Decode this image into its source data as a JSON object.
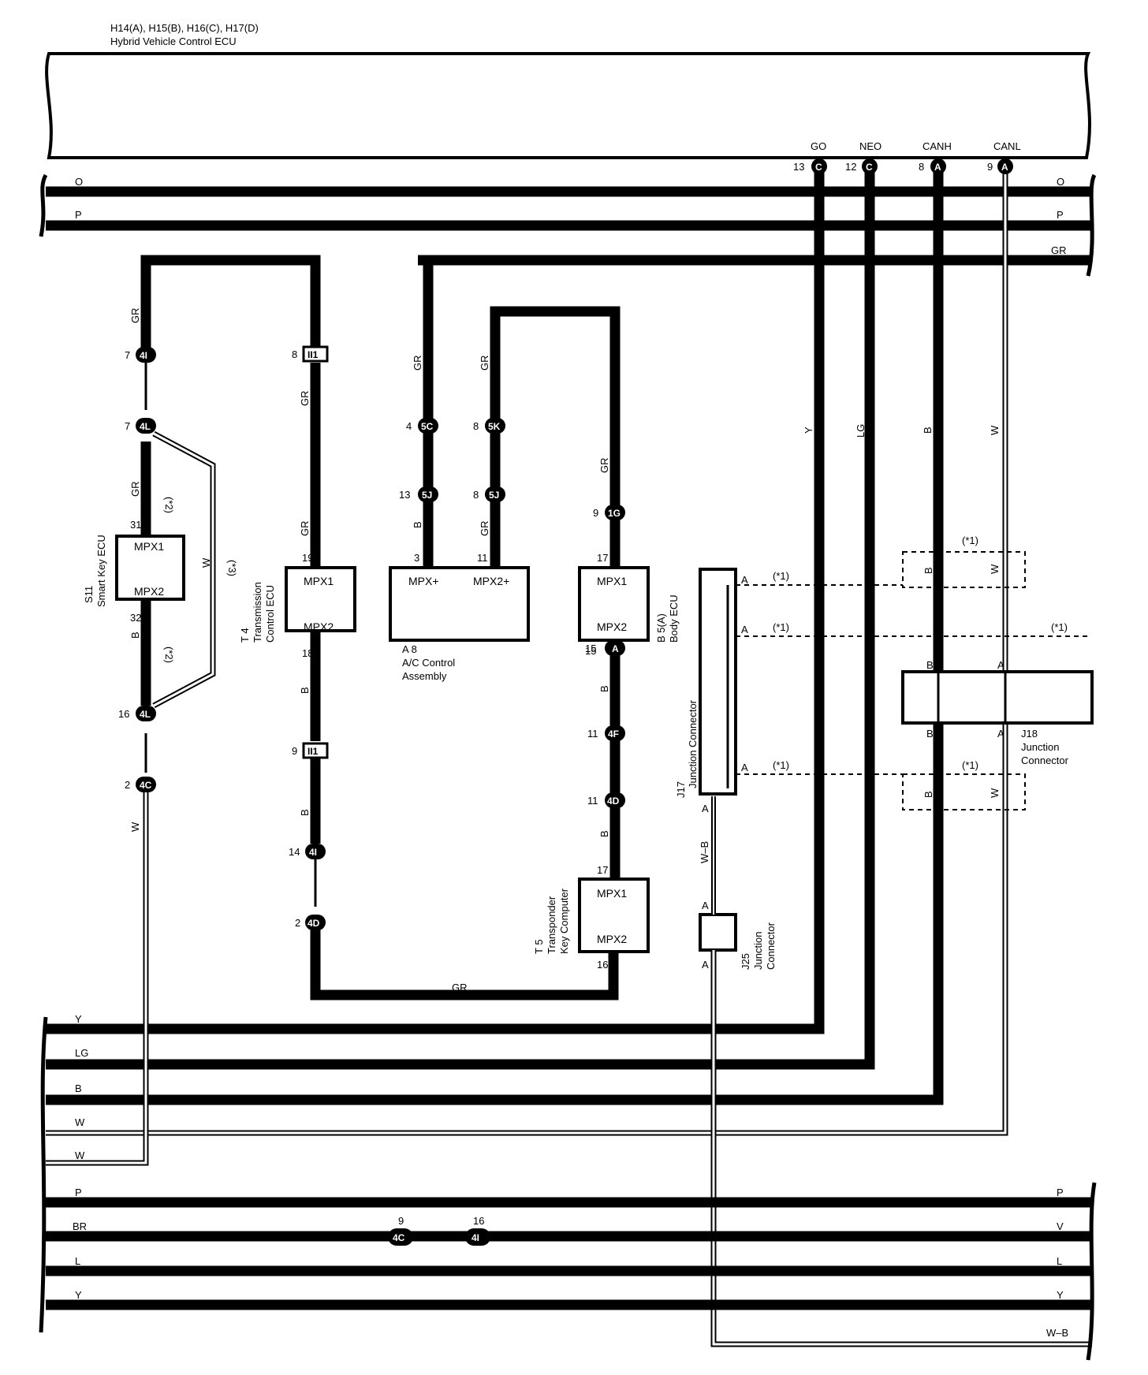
{
  "header": {
    "connectors": "H14(A), H15(B), H16(C), H17(D)",
    "ecu_name": "Hybrid Vehicle Control ECU"
  },
  "ecu_terminals": [
    {
      "name": "GO",
      "pin": "13",
      "conn": "C"
    },
    {
      "name": "NEO",
      "pin": "12",
      "conn": "C"
    },
    {
      "name": "CANH",
      "pin": "8",
      "conn": "A"
    },
    {
      "name": "CANL",
      "pin": "9",
      "conn": "A"
    }
  ],
  "bus_labels": {
    "top_left": [
      "O",
      "P"
    ],
    "top_right": [
      "O",
      "P",
      "GR"
    ],
    "bottom_left": [
      "Y",
      "LG",
      "B",
      "W",
      "W",
      "P",
      "BR",
      "L",
      "Y"
    ],
    "bottom_right": [
      "P",
      "V",
      "L",
      "Y",
      "W–B"
    ]
  },
  "components": {
    "s11": {
      "id": "S11",
      "name": "Smart Key ECU",
      "t1": "MPX1",
      "t2": "MPX2",
      "p1": "31",
      "p2": "32"
    },
    "t4": {
      "id": "T 4",
      "name1": "Transmission",
      "name2": "Control ECU",
      "t1": "MPX1",
      "t2": "MPX2",
      "p1": "19",
      "p2": "18"
    },
    "a8": {
      "id": "A 8",
      "name1": "A/C Control",
      "name2": "Assembly",
      "t1": "MPX+",
      "t2": "MPX2+",
      "p1": "3",
      "p2": "11"
    },
    "b5": {
      "id": "B 5(A)",
      "name": "Body ECU",
      "t1": "MPX1",
      "t2": "MPX2",
      "p1": "17",
      "p2": "15"
    },
    "t5": {
      "id": "T 5",
      "name1": "Transponder",
      "name2": "Key Computer",
      "t1": "MPX1",
      "t2": "MPX2",
      "p1": "17",
      "p2": "16"
    },
    "j17": {
      "id": "J17",
      "name": "Junction Connector"
    },
    "j18": {
      "id": "J18",
      "name1": "Junction",
      "name2": "Connector"
    },
    "j25": {
      "id": "J25",
      "name1": "Junction",
      "name2": "Connector"
    }
  },
  "connectors": [
    {
      "pin": "7",
      "code": "4I"
    },
    {
      "pin": "7",
      "code": "4L"
    },
    {
      "pin": "16",
      "code": "4L"
    },
    {
      "pin": "2",
      "code": "4C"
    },
    {
      "pin": "8",
      "code": "II1"
    },
    {
      "pin": "9",
      "code": "II1"
    },
    {
      "pin": "14",
      "code": "4I"
    },
    {
      "pin": "2",
      "code": "4D"
    },
    {
      "pin": "4",
      "code": "5C"
    },
    {
      "pin": "13",
      "code": "5J"
    },
    {
      "pin": "8",
      "code": "5K"
    },
    {
      "pin": "8",
      "code": "5J"
    },
    {
      "pin": "9",
      "code": "1G"
    },
    {
      "pin": "15",
      "code": "A"
    },
    {
      "pin": "11",
      "code": "4F"
    },
    {
      "pin": "11",
      "code": "4D"
    },
    {
      "pin": "9",
      "code": "4C"
    },
    {
      "pin": "16",
      "code": "4I"
    }
  ],
  "wire_colors": {
    "gr": "GR",
    "b": "B",
    "w": "W",
    "y": "Y",
    "lg": "LG",
    "wb": "W–B"
  },
  "notes": {
    "n1": "(*1)",
    "n2": "(*2)",
    "n3": "(*3)"
  },
  "junction_pins": {
    "a": "A",
    "b": "B"
  },
  "colors": {
    "wire": "#000000",
    "background": "#ffffff"
  }
}
